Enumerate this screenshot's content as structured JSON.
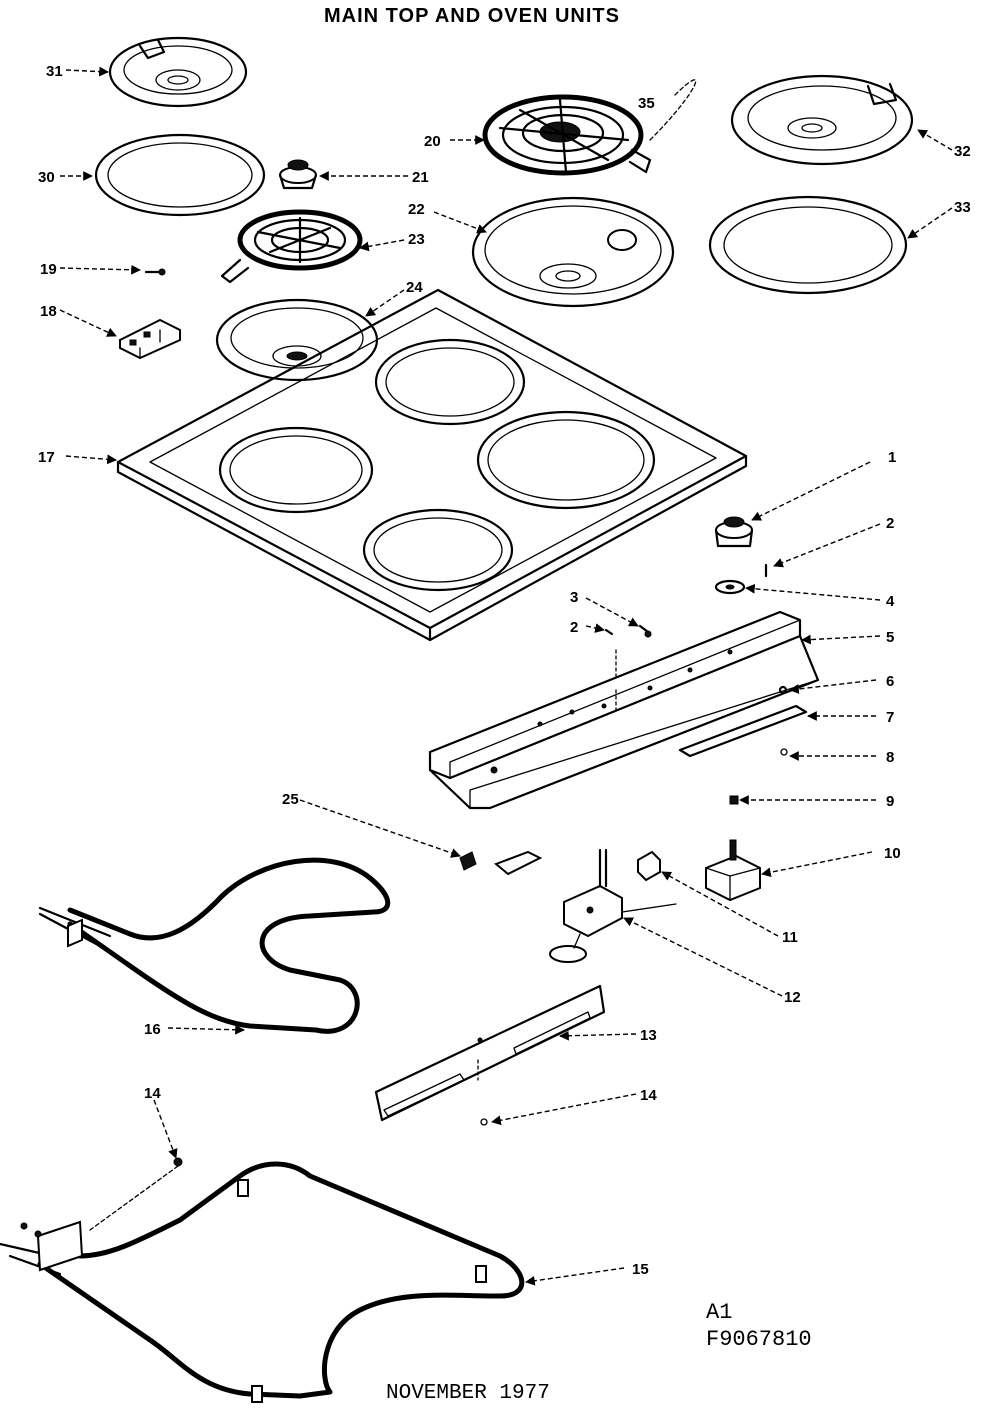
{
  "title": "MAIN TOP AND OVEN UNITS",
  "diagram_code_1": "A1",
  "diagram_code_2": "F9067810",
  "date": "NOVEMBER 1977",
  "callouts": {
    "c31": "31",
    "c30": "30",
    "c21": "21",
    "c20": "20",
    "c35": "35",
    "c32": "32",
    "c22": "22",
    "c33": "33",
    "c23": "23",
    "c19": "19",
    "c18": "18",
    "c24": "24",
    "c17": "17",
    "c1": "1",
    "c2a": "2",
    "c4": "4",
    "c3": "3",
    "c2b": "2",
    "c5": "5",
    "c6": "6",
    "c7": "7",
    "c8": "8",
    "c9": "9",
    "c25": "25",
    "c10": "10",
    "c11": "11",
    "c12": "12",
    "c16": "16",
    "c13": "13",
    "c14a": "14",
    "c14b": "14",
    "c15": "15"
  }
}
